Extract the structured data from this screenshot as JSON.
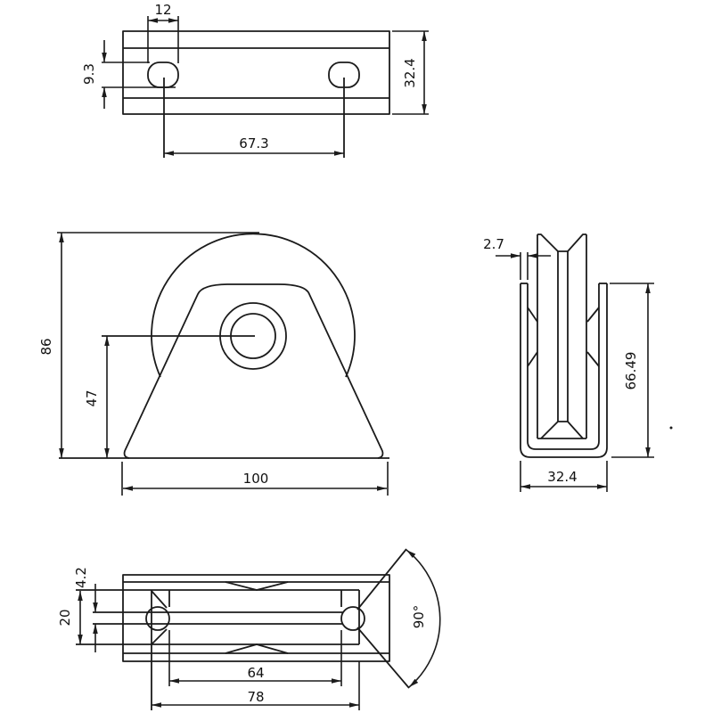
{
  "drawing": {
    "type": "engineering-drawing",
    "part": "v-groove wheel bracket, four orthographic views",
    "line_color": "#1b1b1b",
    "background": "#ffffff"
  },
  "views": {
    "top": {
      "hole_width": "12",
      "hole_height": "9.3",
      "plate_depth": "32.4",
      "hole_spacing": "67.3"
    },
    "front": {
      "overall_height": "86",
      "wheel_center_height": "47",
      "base_width": "100"
    },
    "side": {
      "wall_thickness": "2.7",
      "bracket_height": "66.49",
      "bracket_depth": "32.4"
    },
    "bottom": {
      "groove_flat": "4.2",
      "wheel_width": "20",
      "groove_inner_diameter": "64",
      "wheel_diameter": "78",
      "groove_angle": "90°"
    }
  }
}
